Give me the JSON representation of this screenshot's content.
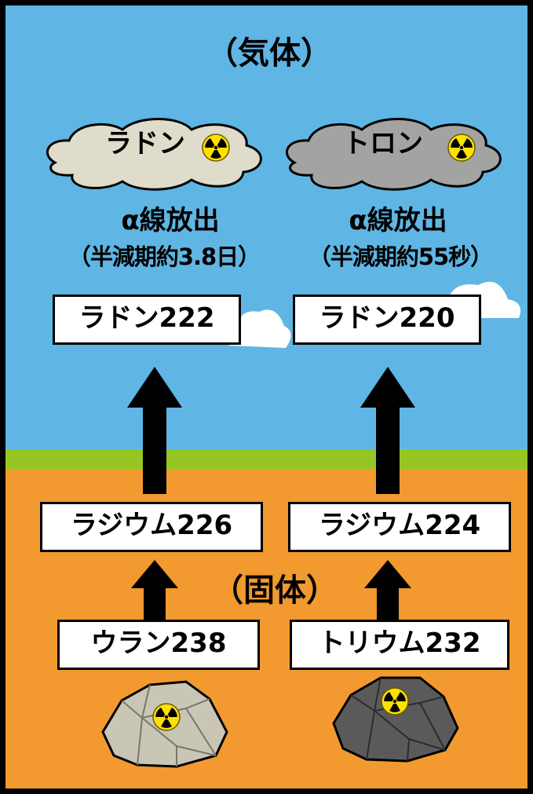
{
  "labels": {
    "gas": "（気体）",
    "solid": "（固体）"
  },
  "clouds": [
    {
      "name": "ラドン",
      "color": "#e0dccb"
    },
    {
      "name": "トロン",
      "color": "#a3a3a3"
    }
  ],
  "decay": [
    {
      "type": "α線放出",
      "half_life": "（半減期約3.8日）"
    },
    {
      "type": "α線放出",
      "half_life": "（半減期約55秒）"
    }
  ],
  "chains": [
    {
      "gas": "ラドン222",
      "radium": "ラジウム226",
      "parent": "ウラン238",
      "rock_color": "#c9c6b6"
    },
    {
      "gas": "ラドン220",
      "radium": "ラジウム224",
      "parent": "トリウム232",
      "rock_color": "#5a5a5a"
    }
  ],
  "colors": {
    "sky": "#5fb6e4",
    "grass": "#95c623",
    "soil": "#f2992f",
    "radiation_symbol": "#ffe100"
  }
}
